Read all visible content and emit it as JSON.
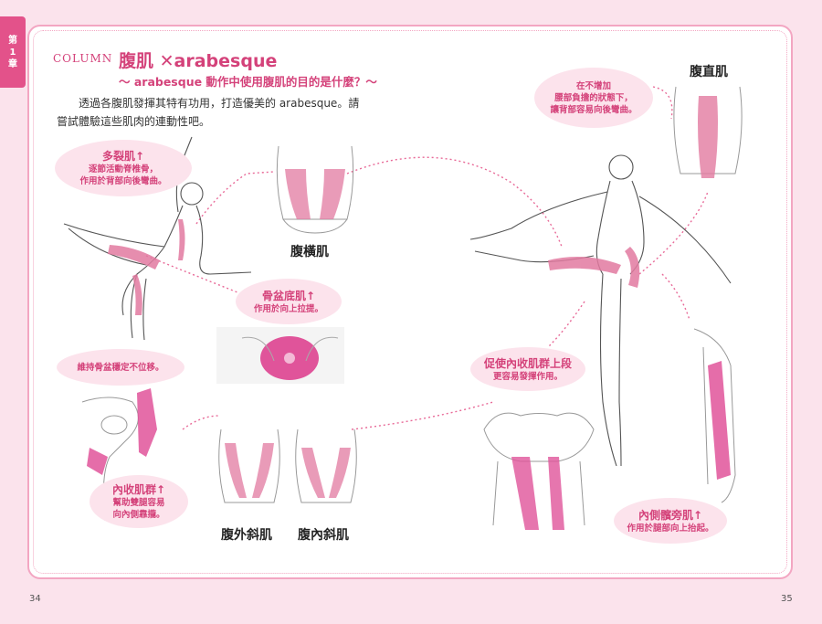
{
  "chapter_tab": {
    "line1": "第",
    "line2": "1",
    "line3": "章"
  },
  "column_tag": "COLUMN",
  "title": "腹肌 ✕arabesque",
  "subtitle": "～ arabesque 動作中使用腹肌的目的是什麼？～",
  "intro": "透過各腹肌發揮其特有功用，打造優美的 arabesque。請嘗試體驗這些肌肉的連動性吧。",
  "bubbles": {
    "multifidus": {
      "title": "多裂肌↑",
      "l1": "逐節活動脊椎骨，",
      "l2": "作用於背部向後彎曲。"
    },
    "pelvic_floor": {
      "title": "骨盆底肌↑",
      "l1": "作用於向上拉提。"
    },
    "pelvis_stable": {
      "l1": "維持骨盆穩定不位移。"
    },
    "adductors": {
      "title": "內收肌群↑",
      "l1": "幫助雙腿容易",
      "l2": "向內側靠攏。"
    },
    "no_burden": {
      "l1": "在不增加",
      "l2": "腰部負擔的狀態下，",
      "l3": "讓背部容易向後彎曲。"
    },
    "adductor_upper": {
      "title": "促使內收肌群上段",
      "l1": "更容易發揮作用。"
    },
    "gracilis": {
      "title": "內側髕旁肌↑",
      "l1": "作用於腿部向上抬起。"
    }
  },
  "labels": {
    "transversus": "腹橫肌",
    "rectus": "腹直肌",
    "external_oblique": "腹外斜肌",
    "internal_oblique": "腹內斜肌"
  },
  "page_left": "34",
  "page_right": "35",
  "colors": {
    "accent": "#d4427a",
    "bubble": "#fce3ec",
    "muscle": "#e27aa0",
    "background": "#fbe3ec"
  }
}
